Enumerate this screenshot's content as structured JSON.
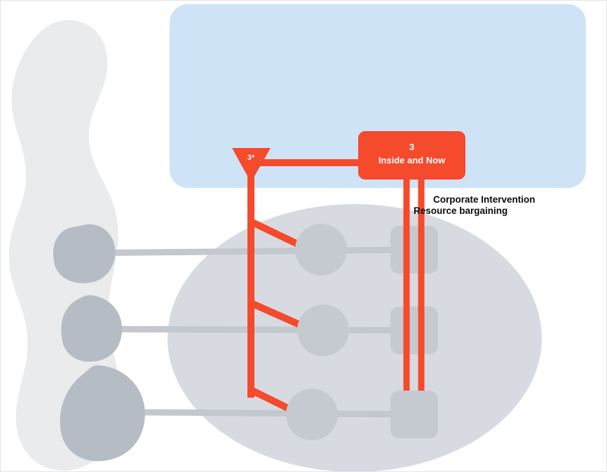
{
  "colors": {
    "orange": "#F54A2C",
    "panel_blue": "#CEE4F6",
    "ellipse_gray": "#D7DBE1",
    "blob_light": "#E9EBED",
    "blob_dark": "#B6BCC4",
    "connector_gray": "#C3C8CE",
    "node_gray": "#C5CAD1",
    "annotation_text": "#0B0B0B",
    "node_text": "#FFFFFF"
  },
  "diagram": {
    "funnel": {
      "label": "3*"
    },
    "inside_now_box": {
      "number": "3",
      "title": "Inside and Now"
    },
    "annotations": {
      "corporate_intervention": "Corporate Intervention",
      "resource_bargaining": "Resource bargaining"
    }
  }
}
